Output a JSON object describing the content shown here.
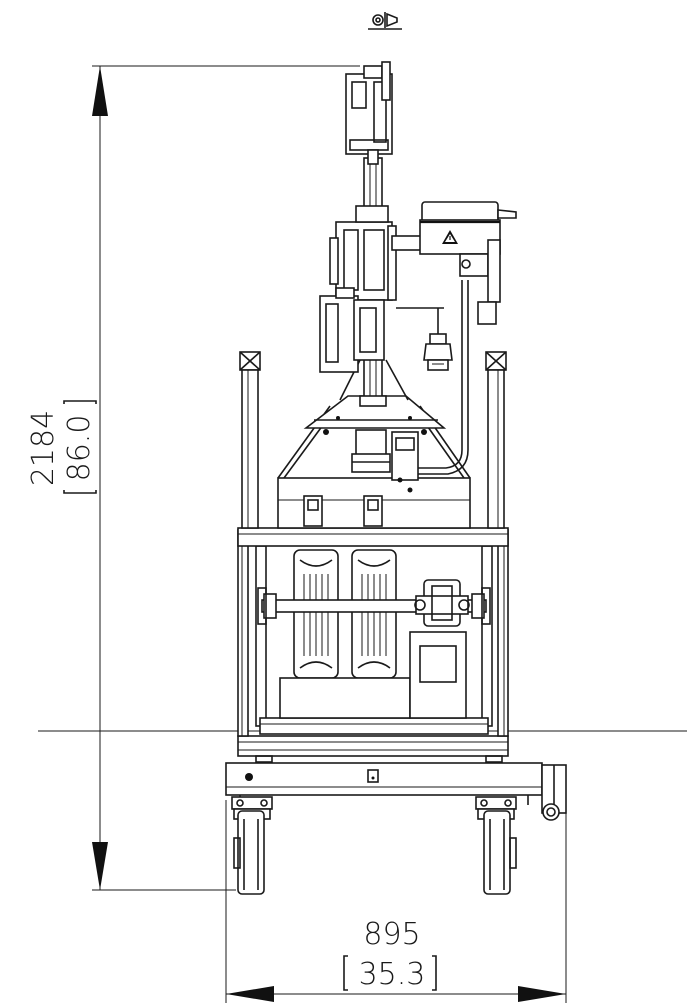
{
  "dimensions": {
    "height": {
      "mm": "2184",
      "inch": "86.0"
    },
    "width": {
      "mm": "895",
      "inch": "35.3"
    }
  },
  "icons": {
    "projection": "third-angle-projection-icon",
    "warning": "electrical-warning-icon"
  }
}
